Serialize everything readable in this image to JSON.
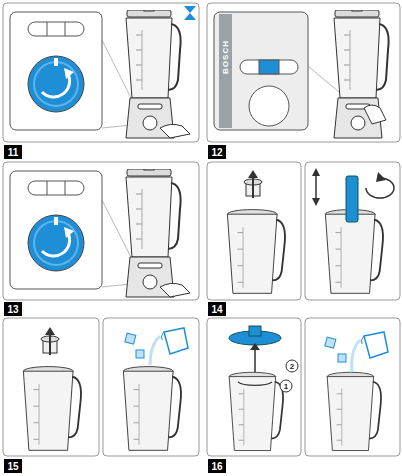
{
  "diagram": {
    "labels": [
      "11",
      "12",
      "13",
      "14",
      "15",
      "16",
      "BOSCH",
      "2",
      "1"
    ]
  }
}
